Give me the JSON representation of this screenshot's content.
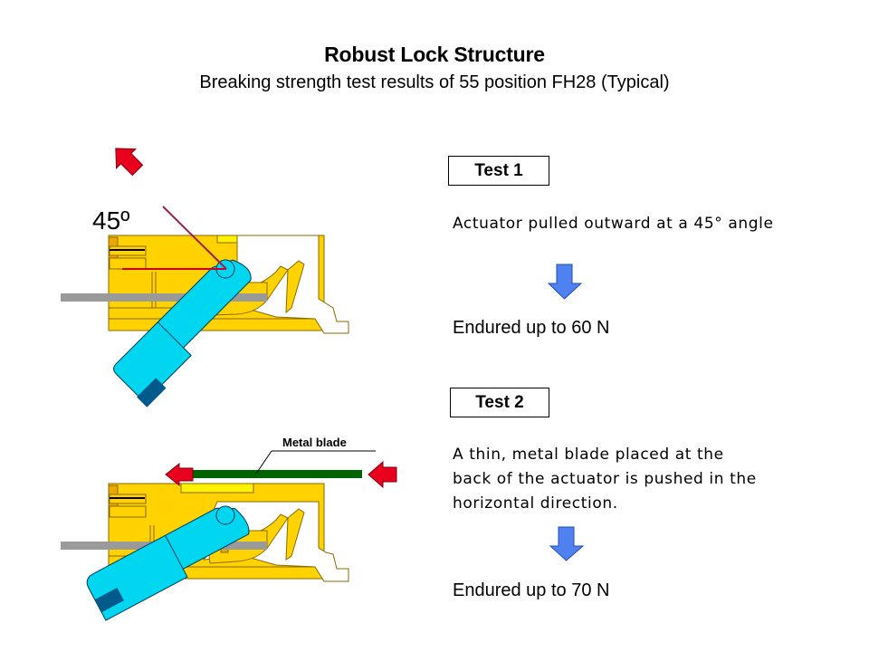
{
  "header": {
    "title": "Robust Lock Structure",
    "subtitle": "Breaking strength test results of 55 position FH28 (Typical)"
  },
  "tests": [
    {
      "label": "Test 1",
      "description_lines": [
        "Actuator pulled outward at a 45° angle"
      ],
      "result": "Endured up to 60 N",
      "diagram": {
        "angle_label": "45º",
        "force_direction": "outward-45-degrees"
      }
    },
    {
      "label": "Test 2",
      "description_lines": [
        "A thin, metal blade placed at the",
        "back of the actuator is pushed in the",
        "horizontal direction."
      ],
      "result": "Endured up to 70 N",
      "diagram": {
        "callout_label": "Metal blade",
        "force_direction": "horizontal"
      }
    }
  ],
  "icons": {
    "result_arrow": "arrow-down-icon",
    "force_arrow": "red-arrow-icon"
  },
  "colors": {
    "housing": "#FFD200",
    "housing_light": "#FFF200",
    "housing_edge": "#8A6A00",
    "actuator": "#00D6F0",
    "actuator_tab": "#005A8C",
    "force_arrow": "#E8001C",
    "result_arrow": "#4F81F0",
    "blade": "#006400",
    "fpc": "#9A9A9A",
    "angle_line": "#D0002A"
  }
}
